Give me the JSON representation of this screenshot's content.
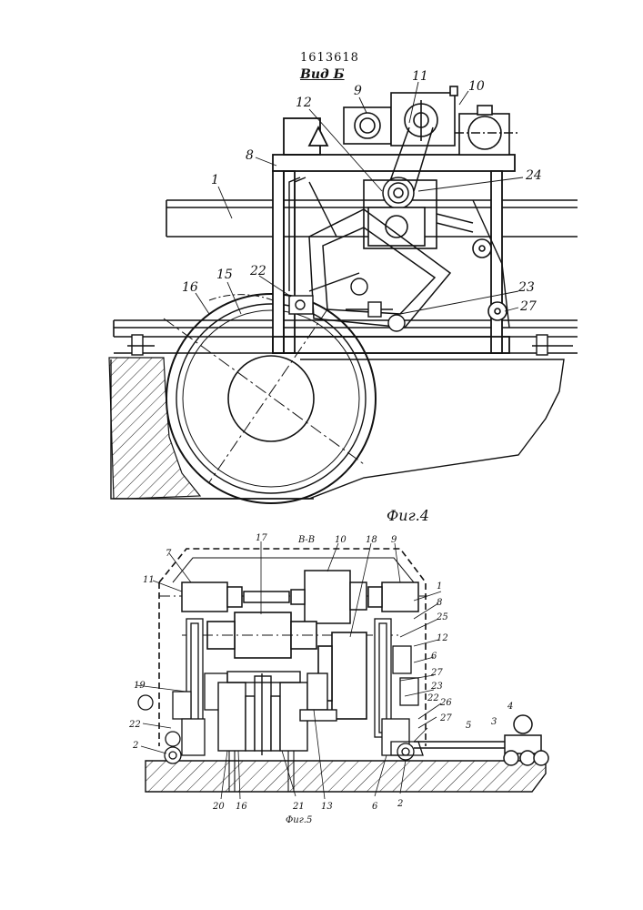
{
  "header": {
    "patent_number": "1613618",
    "view_label": "Вид Б"
  },
  "figure4": {
    "caption": "Фиг.4",
    "labels": {
      "l1": "1",
      "l8": "8",
      "l9": "9",
      "l10": "10",
      "l11": "11",
      "l12": "12",
      "l15": "15",
      "l16": "16",
      "l22": "22",
      "l23": "23",
      "l24": "24",
      "l27": "27"
    }
  },
  "figure5": {
    "caption": "Фиг.5",
    "section_label": "В-В",
    "labels": {
      "l1": "1",
      "l2a": "2",
      "l2b": "2",
      "l3": "3",
      "l4": "4",
      "l5": "5",
      "l6a": "6",
      "l6b": "6",
      "l7": "7",
      "l8": "8",
      "l9": "9",
      "l10": "10",
      "l11": "11",
      "l12": "12",
      "l13": "13",
      "l16": "16",
      "l17": "17",
      "l18": "18",
      "l19": "19",
      "l20": "20",
      "l21": "21",
      "l22a": "22",
      "l22b": "22",
      "l23": "23",
      "l25": "25",
      "l26": "26",
      "l27a": "27",
      "l27b": "27"
    }
  }
}
